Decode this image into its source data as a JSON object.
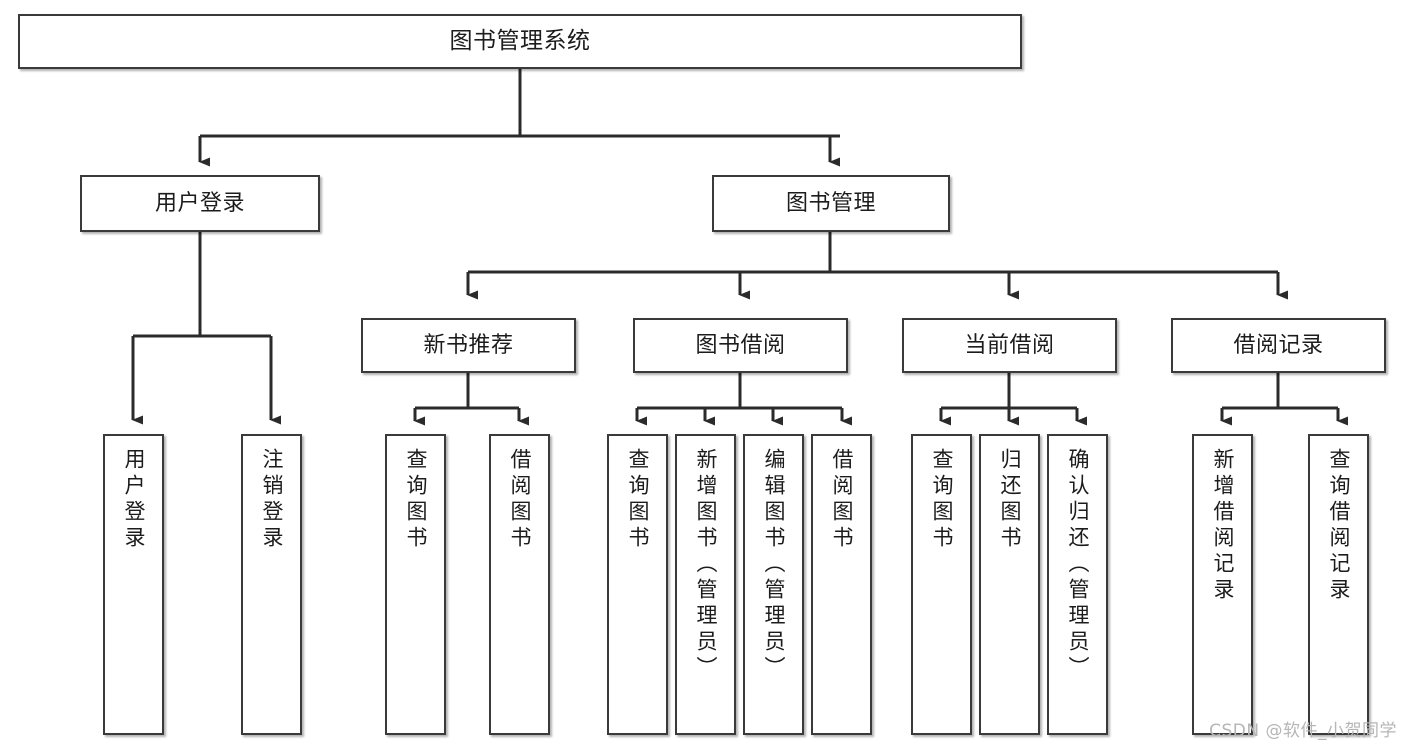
{
  "diagram": {
    "title_text": "图书管理系统",
    "type": "tree-hierarchy-chart",
    "line_color": "#3a3a3a",
    "box_fill": "#ffffff",
    "text_color": "#1c1c1c",
    "watermark": "CSDN @软件_小贺同学"
  },
  "root": {
    "label": "图书管理系统"
  },
  "level2": [
    {
      "label": "用户登录"
    },
    {
      "label": "图书管理"
    }
  ],
  "level3": [
    {
      "label": "新书推荐"
    },
    {
      "label": "图书借阅"
    },
    {
      "label": "当前借阅"
    },
    {
      "label": "借阅记录"
    }
  ],
  "leaves": {
    "user_login": [
      {
        "label": "用户登录"
      },
      {
        "label": "注销登录"
      }
    ],
    "new_book_recommend": [
      {
        "label": "查询图书"
      },
      {
        "label": "借阅图书"
      }
    ],
    "book_borrow": [
      {
        "label": "查询图书"
      },
      {
        "label": "新增图书（管理员）"
      },
      {
        "label": "编辑图书（管理员）"
      },
      {
        "label": "借阅图书"
      }
    ],
    "current_borrow": [
      {
        "label": "查询图书"
      },
      {
        "label": "归还图书"
      },
      {
        "label": "确认归还（管理员）"
      }
    ],
    "borrow_record": [
      {
        "label": "新增借阅记录"
      },
      {
        "label": "查询借阅记录"
      }
    ]
  }
}
